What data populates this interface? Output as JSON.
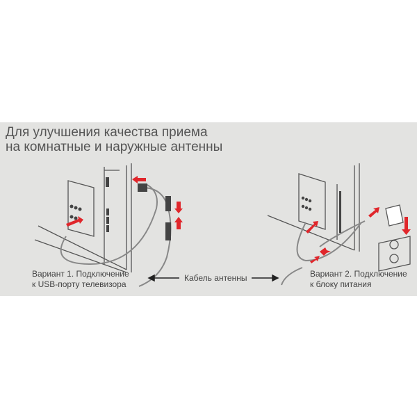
{
  "title": {
    "line1": "Для улучшения качества приема",
    "line2": "на комнатные и наружные антенны"
  },
  "captions": {
    "variant1_line1": "Вариант 1. Подключение",
    "variant1_line2": "к USB-порту телевизора",
    "cable": "Кабель антенны",
    "variant2_line1": "Вариант 2. Подключение",
    "variant2_line2": "к блоку питания"
  },
  "colors": {
    "arrow": "#e0262b",
    "line": "#555555",
    "panel": "#e3e3e1"
  }
}
